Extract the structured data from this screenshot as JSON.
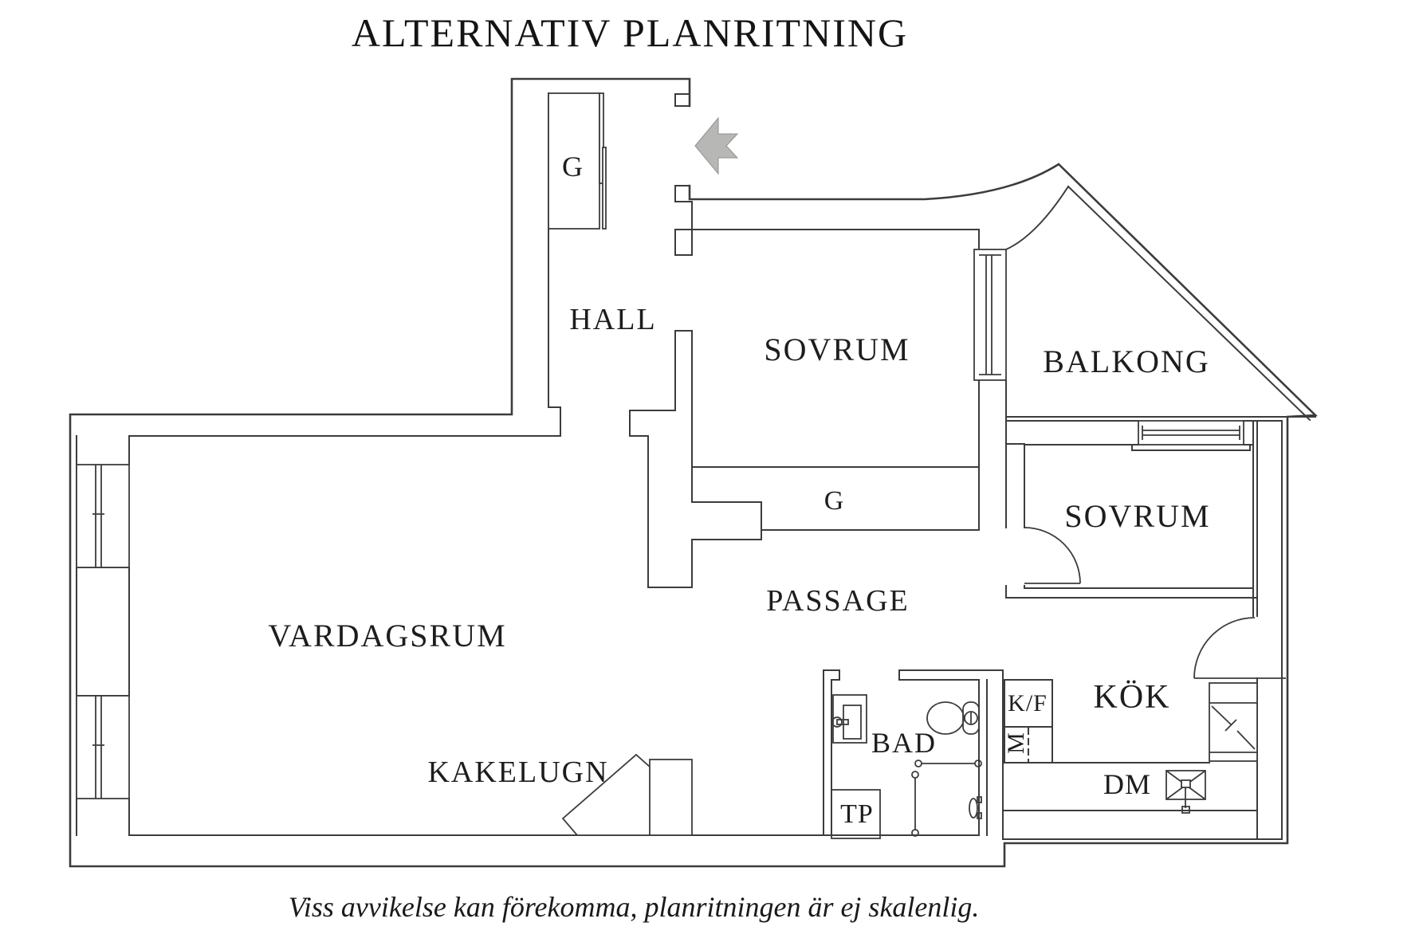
{
  "title": "ALTERNATIV PLANRITNING",
  "footer": "Viss avvikelse kan förekomma, planritningen är ej skalenlig.",
  "colors": {
    "wall": "#3c3c3c",
    "text": "#1d1d1d",
    "arrow_fill": "#b7b7b5",
    "arrow_edge": "#8f8f8d",
    "background": "#ffffff"
  },
  "rooms": {
    "hall": {
      "label": "HALL"
    },
    "sovrum1": {
      "label": "SOVRUM"
    },
    "sovrum2": {
      "label": "SOVRUM"
    },
    "balkong": {
      "label": "BALKONG"
    },
    "vardagsrum": {
      "label": "VARDAGSRUM"
    },
    "passage": {
      "label": "PASSAGE"
    },
    "kok": {
      "label": "KÖK"
    },
    "bad": {
      "label": "BAD"
    }
  },
  "fixtures": {
    "closet_entry": {
      "label": "G"
    },
    "closet_sovrum": {
      "label": "G"
    },
    "kakelugn": {
      "label": "KAKELUGN"
    },
    "tvattpelare": {
      "label": "TP"
    },
    "kyl_frys": {
      "label": "K/F"
    },
    "micro": {
      "label": "M"
    },
    "diskmaskin": {
      "label": "DM"
    }
  },
  "icons": {
    "entry_arrow": "entry-arrow-icon",
    "toilet": "toilet-icon",
    "washbasin": "washbasin-icon",
    "shower": "shower-icon",
    "stove": "stove-icon",
    "kitchen_sink": "kitchen-sink-icon",
    "tiled_stove": "tiled-stove-icon"
  }
}
